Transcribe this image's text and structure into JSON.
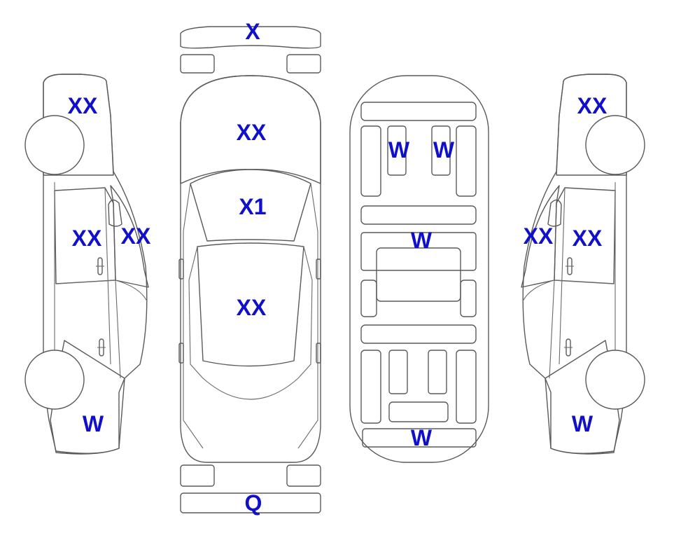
{
  "colors": {
    "damage_orange": "#F8A830",
    "glass_blue": "#DDF6FC",
    "label_blue": "#1010CC",
    "outline": "#5a5a5a"
  },
  "labels": {
    "front_bumper": "X",
    "left_fender": "XX",
    "left_front_door_glass": "XX",
    "left_windshield_pillar": "XX",
    "left_rear_quarter": "W",
    "top_windshield": "XX",
    "top_hood": "X1",
    "top_roof": "XX",
    "interior_front_seat_left": "W",
    "interior_front_seat_right": "W",
    "interior_middle_panel": "W",
    "interior_rear_panel": "W",
    "right_fender": "XX",
    "right_windshield_pillar": "XX",
    "right_front_door_glass": "XX",
    "right_rear_quarter": "W",
    "rear_bumper": "Q"
  }
}
